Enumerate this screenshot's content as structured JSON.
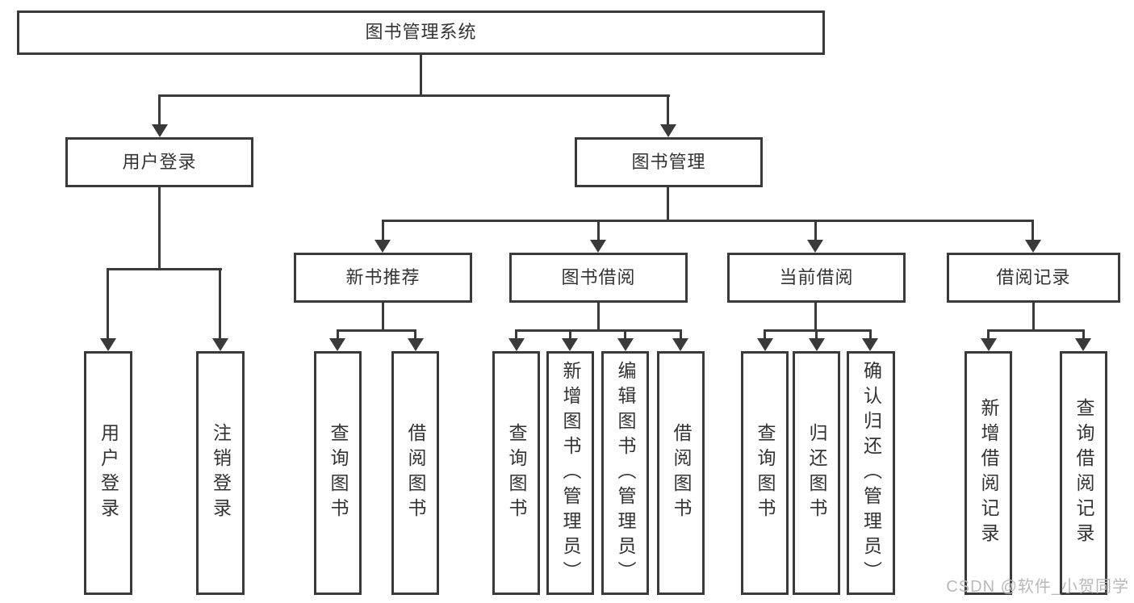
{
  "diagram": {
    "root": {
      "label": "图书管理系统"
    },
    "branches": [
      {
        "label": "用户登录",
        "children": [
          {
            "label": "用户登录"
          },
          {
            "label": "注销登录"
          }
        ]
      },
      {
        "label": "图书管理",
        "children": [
          {
            "label": "新书推荐",
            "children": [
              {
                "label": "查询图书"
              },
              {
                "label": "借阅图书"
              }
            ]
          },
          {
            "label": "图书借阅",
            "children": [
              {
                "label": "查询图书"
              },
              {
                "label": "新增图书（管理员）"
              },
              {
                "label": "编辑图书（管理员）"
              },
              {
                "label": "借阅图书"
              }
            ]
          },
          {
            "label": "当前借阅",
            "children": [
              {
                "label": "查询图书"
              },
              {
                "label": "归还图书"
              },
              {
                "label": "确认归还（管理员）"
              }
            ]
          },
          {
            "label": "借阅记录",
            "children": [
              {
                "label": "新增借阅记录"
              },
              {
                "label": "查询借阅记录"
              }
            ]
          }
        ]
      }
    ]
  },
  "watermark": {
    "text": "CSDN @软件_小贺同学"
  },
  "colors": {
    "line": "#3a3a3a",
    "text": "#333333",
    "box_bg": "#ffffff",
    "page_bg": "#ffffff",
    "watermark": "#b9b9b9"
  }
}
